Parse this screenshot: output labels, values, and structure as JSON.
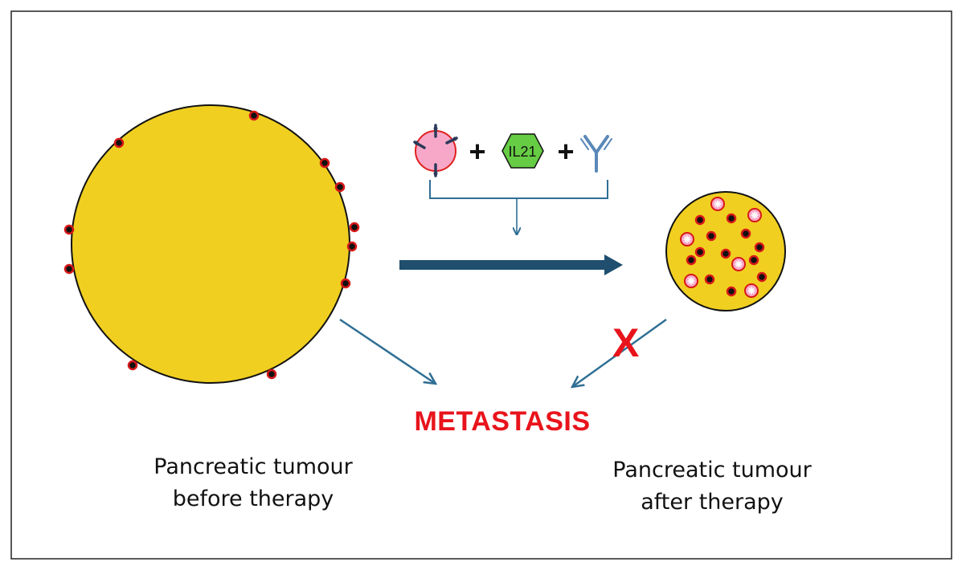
{
  "labels": {
    "outcome": "METASTASIS",
    "blocked_mark": "X",
    "before_line1": "Pancreatic tumour",
    "before_line2": "before therapy",
    "after_line1": "Pancreatic tumour",
    "after_line2": "after therapy",
    "cytokine": "IL21",
    "plus": "+"
  },
  "colors": {
    "tumour_fill": "#f0cf20",
    "tumour_stroke": "#111111",
    "dot_fill": "#111111",
    "dot_ring": "#d81818",
    "nk_cell_fill": "#f7a8c8",
    "nk_cell_stroke": "#e02020",
    "il21_fill": "#66cc44",
    "antibody": "#5a88b8",
    "main_arrow": "#1f4e6e",
    "thin_arrow": "#2f6f94",
    "outcome_text": "#e8141c"
  },
  "icons": {
    "therapy_cell": "nk-cell-icon",
    "cytokine": "il21-hexagon-icon",
    "antibody": "antibody-icon"
  }
}
